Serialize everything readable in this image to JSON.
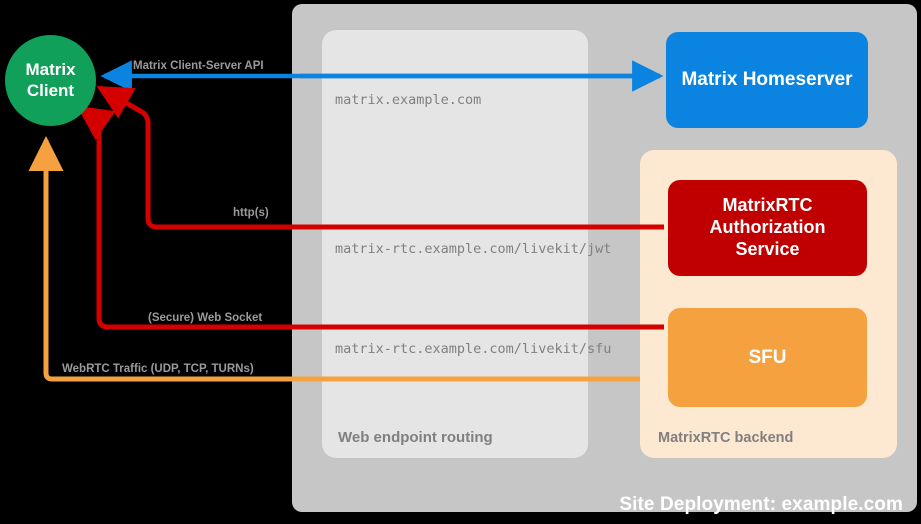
{
  "site": {
    "title": "Site Deployment: example.com",
    "bg_color": "#c6c6c6"
  },
  "client": {
    "label": "Matrix\nClient",
    "line1": "Matrix",
    "line2": "Client",
    "color": "#11a05a"
  },
  "routing": {
    "title": "Web endpoint routing",
    "bg_color": "#e5e5e5",
    "endpoints": [
      "matrix.example.com",
      "matrix-rtc.example.com/livekit/jwt",
      "matrix-rtc.example.com/livekit/sfu"
    ]
  },
  "backend": {
    "title": "MatrixRTC backend",
    "bg_color": "#fde8d2"
  },
  "nodes": {
    "homeserver": {
      "label": "Matrix Homeserver",
      "color": "#0a84e0"
    },
    "auth_service": {
      "label": "MatrixRTC Authorization Service",
      "line1": "MatrixRTC",
      "line2": "Authorization",
      "line3": "Service",
      "color": "#c00000"
    },
    "sfu": {
      "label": "SFU",
      "color": "#f5a140"
    }
  },
  "flows": [
    {
      "label": "Matrix Client-Server API",
      "color": "#0a84e0"
    },
    {
      "label": "http(s)",
      "color": "#d40000"
    },
    {
      "label": "(Secure) Web Socket",
      "color": "#d40000"
    },
    {
      "label": "WebRTC Traffic (UDP, TCP, TURNs)",
      "color": "#f5a140"
    }
  ]
}
